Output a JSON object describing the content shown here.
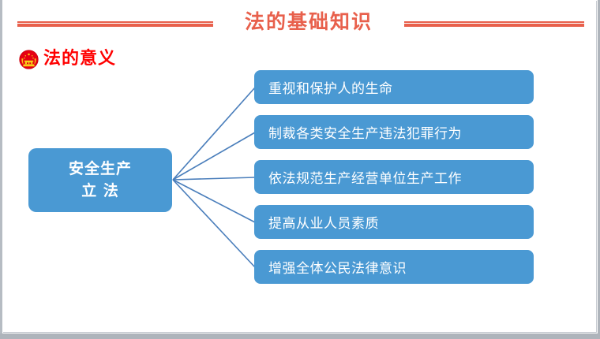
{
  "slide": {
    "title": "法的基础知识",
    "section": {
      "icon": "national-emblem-icon",
      "label": "法的意义"
    }
  },
  "diagram": {
    "root": {
      "line1": "安全生产",
      "line2": "立 法"
    },
    "leaves": [
      {
        "label": "重视和保护人的生命"
      },
      {
        "label": "制裁各类安全生产违法犯罪行为"
      },
      {
        "label": "依法规范生产经营单位生产工作"
      },
      {
        "label": "提高从业人员素质"
      },
      {
        "label": "增强全体公民法律意识"
      }
    ]
  },
  "colors": {
    "title_red": "#E8604C",
    "section_red": "#FF0000",
    "node_blue": "#4A99D3",
    "connector_blue": "#4A7EBB",
    "frame_gray": "#b6bcc3",
    "canvas_white": "#ffffff"
  }
}
